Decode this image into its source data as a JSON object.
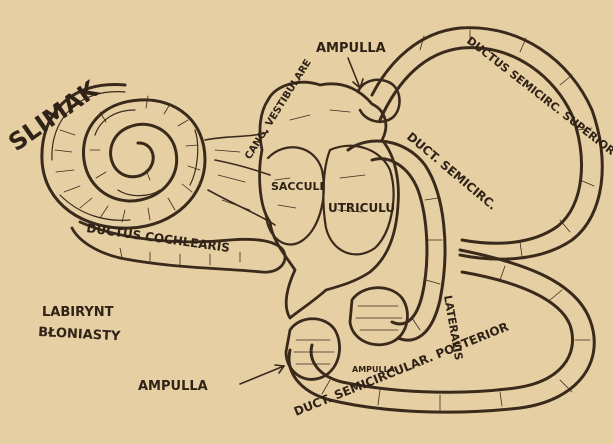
{
  "figure": {
    "background_color": "#e7cfa4",
    "ink_color": "#3a2a1c",
    "labels": {
      "slimak": "SLIMAK",
      "ampulla_top": "AMPULLA",
      "ductus_semicirc_superior": "DUCTUS SEMICIRC. SUPERIOR",
      "canalis_vestibularis": "CANG. VESTIBULARE",
      "ductus_cochlearis": "DUCTUS COCHLEARIS",
      "sacculus": "SACCULI",
      "utriculus": "UTRICULU",
      "duct_semicirc": "DUCT. SEMICIRC.",
      "lateralis": "LATERALIS",
      "labirynt_line1": "LABIRYNT",
      "labirynt_line2": "BŁONIASTY",
      "ampulla_bottom": "AMPULLA",
      "ampulla_small": "AMPULLA",
      "ductus_semicircular_posterior": "DUCT. SEMICIRCULAR. POSTERIOR"
    }
  }
}
